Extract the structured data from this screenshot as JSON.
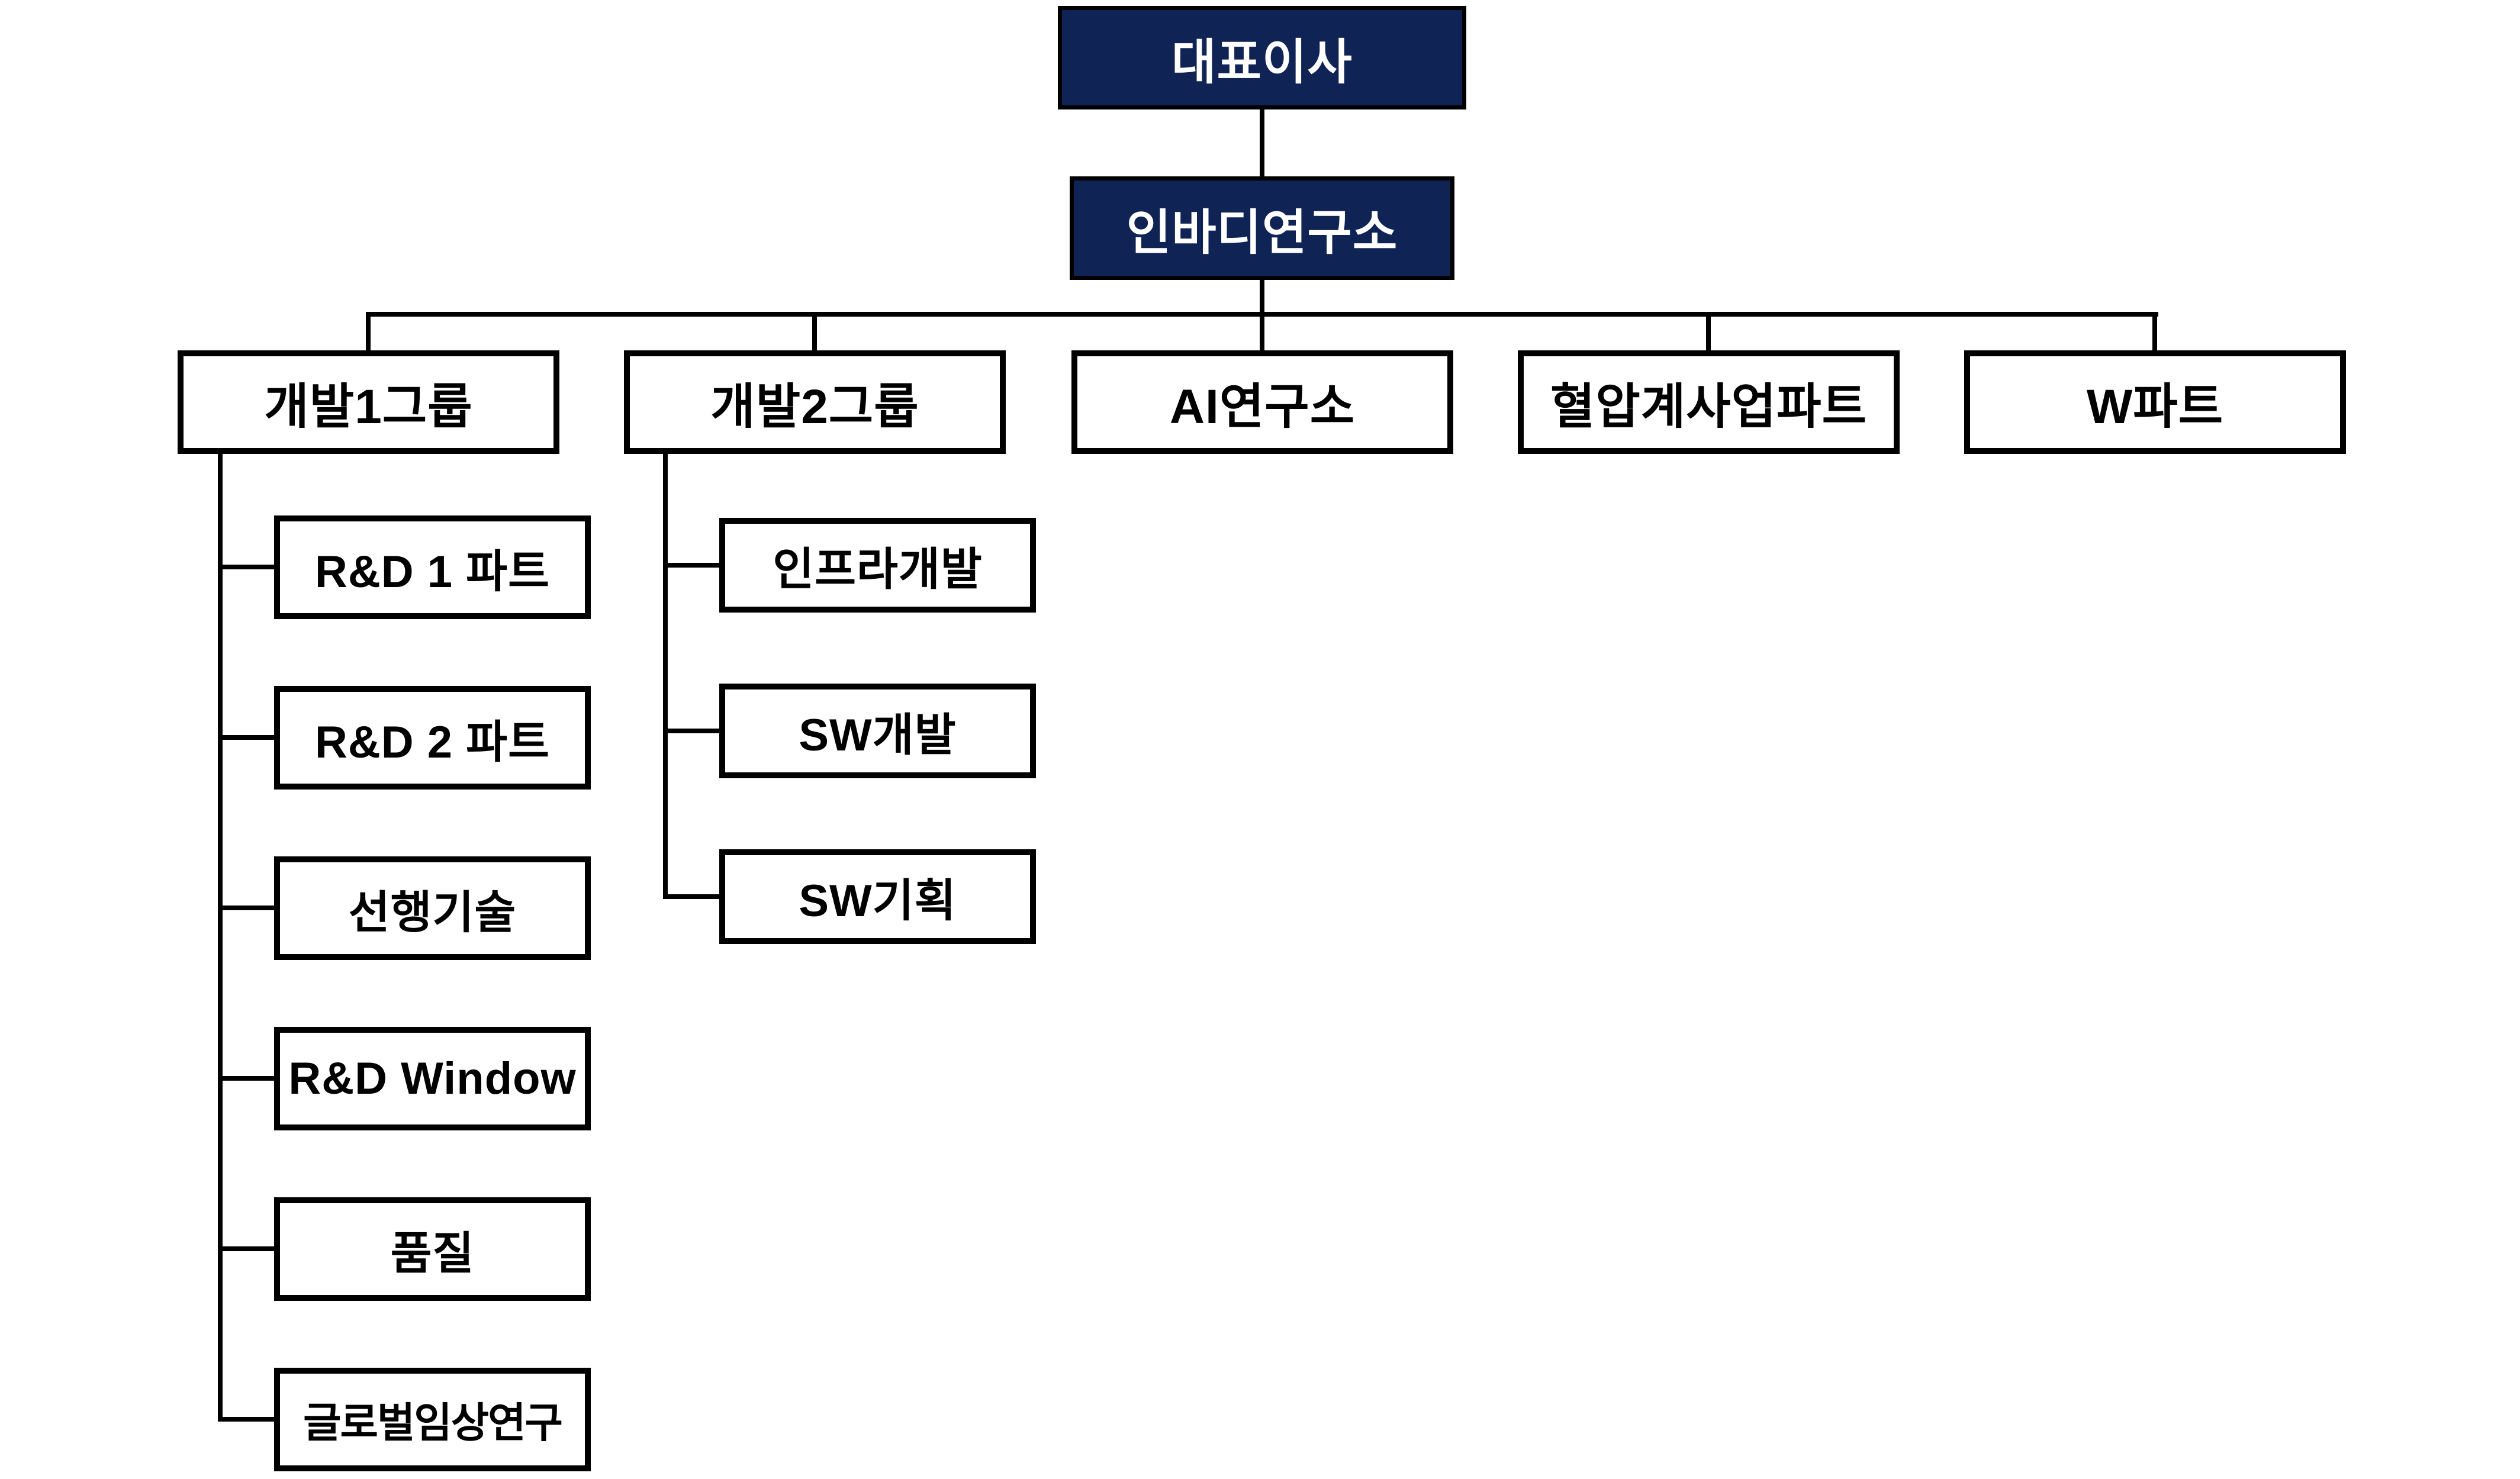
{
  "org_chart": {
    "colors": {
      "navy_fill": "#102355",
      "line": "#000000",
      "box_fill": "#ffffff",
      "box_border": "#000000"
    },
    "root": {
      "label": "대표이사"
    },
    "institute": {
      "label": "인바디연구소"
    },
    "departments": [
      {
        "label": "개발1그룹"
      },
      {
        "label": "개발2그룹"
      },
      {
        "label": "AI연구소"
      },
      {
        "label": "혈압계사업파트"
      },
      {
        "label": "W파트"
      }
    ],
    "dev1_children": [
      {
        "label": "R&D 1 파트"
      },
      {
        "label": "R&D 2 파트"
      },
      {
        "label": "선행기술"
      },
      {
        "label": "R&D Window"
      },
      {
        "label": "품질"
      },
      {
        "label": "글로벌임상연구"
      }
    ],
    "dev2_children": [
      {
        "label": "인프라개발"
      },
      {
        "label": "SW개발"
      },
      {
        "label": "SW기획"
      }
    ]
  }
}
